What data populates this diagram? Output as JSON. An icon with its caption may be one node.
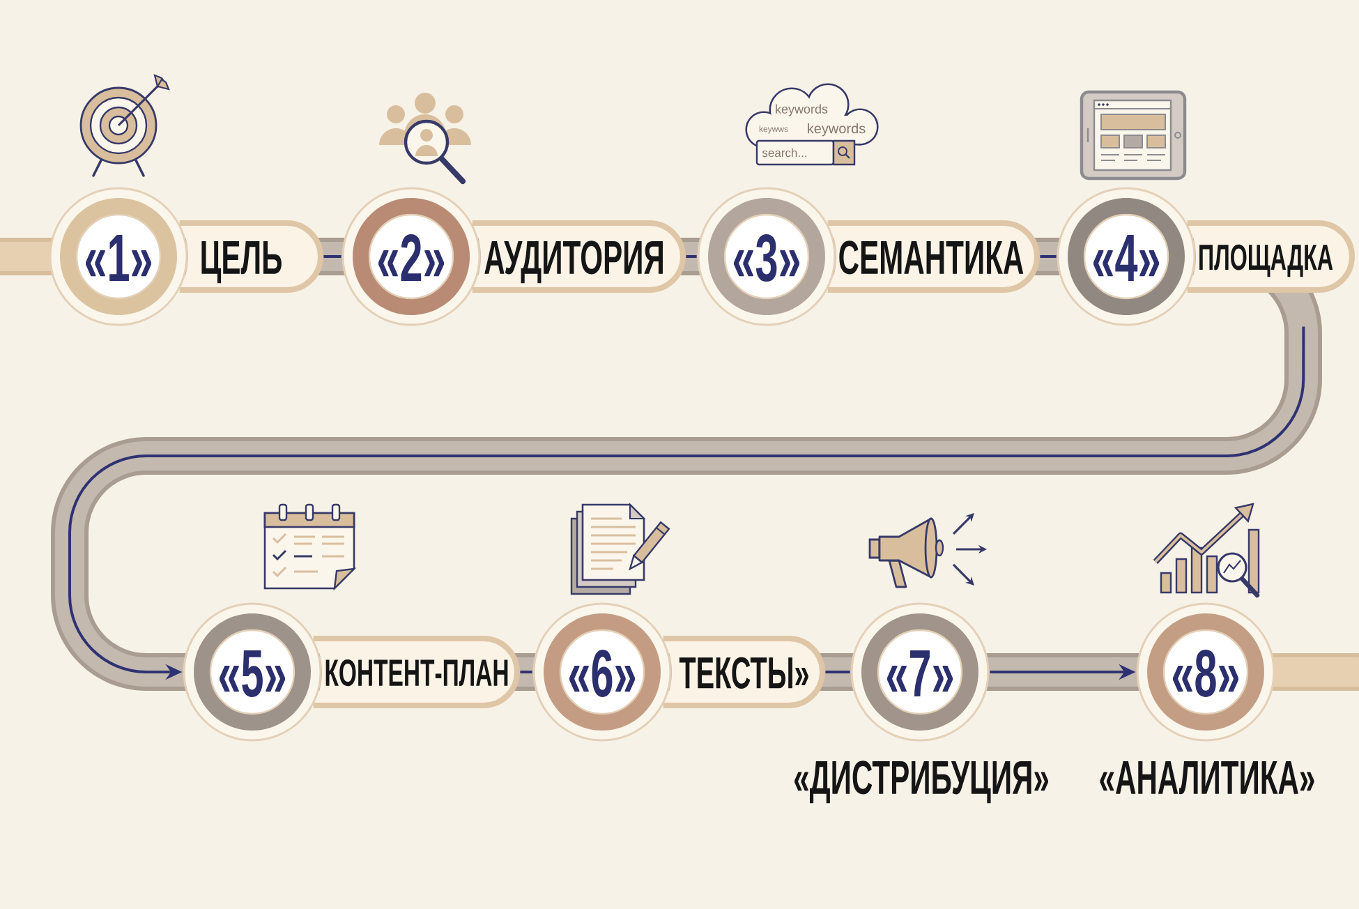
{
  "diagram": {
    "nodes": [
      {
        "text": [
          "«1»",
          "ЦЕЛЬ"
        ]
      },
      {
        "text": [
          "«2»",
          "АУДИТОРИЯ"
        ]
      },
      {
        "text": [
          "«3»",
          "СЕМАНТИКА"
        ]
      },
      {
        "text": [
          "«4»",
          "ПЛОЩАДКА"
        ]
      },
      {
        "text": [
          "«5»",
          "КОНТЕНТ-ПЛАН"
        ]
      },
      {
        "text": [
          "«6»",
          "ТЕКСТЫ»"
        ]
      },
      {
        "text": [
          "«7»"
        ],
        "beside": [
          "«ДИСТРИБУЦИЯ»"
        ]
      },
      {
        "text": [
          "«8»"
        ],
        "beside": [
          "«АНАЛИТИКА»"
        ]
      }
    ],
    "edges": [
      {
        "from": 0,
        "to": 1,
        "arrow": "none"
      },
      {
        "from": 1,
        "to": 2,
        "arrow": "none"
      },
      {
        "from": 2,
        "to": 3,
        "arrow": "none"
      },
      {
        "from": 3,
        "to": 4,
        "arrow": "to"
      },
      {
        "from": 4,
        "to": 5,
        "arrow": "none"
      },
      {
        "from": 5,
        "to": 6,
        "arrow": "none"
      },
      {
        "from": 6,
        "to": 7,
        "arrow": "to"
      }
    ],
    "labels": [
      "keywords",
      "keywws",
      "keywords",
      "search..."
    ]
  }
}
